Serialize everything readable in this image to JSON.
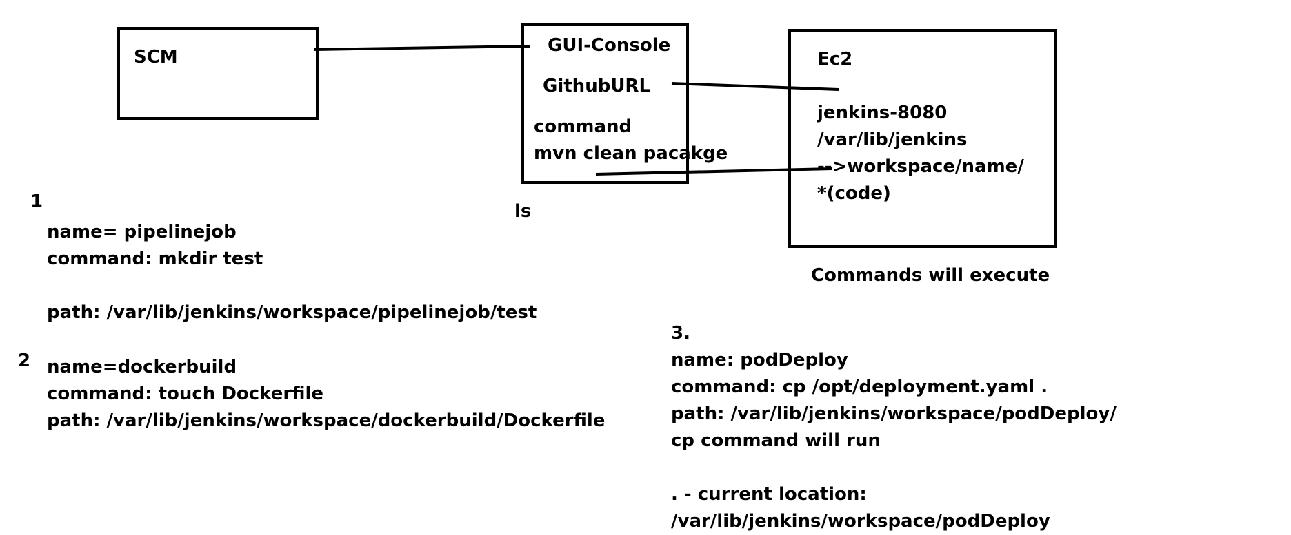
{
  "scm": {
    "label": "SCM"
  },
  "gui": {
    "title": "GUI-Console",
    "github": "GithubURL",
    "command_label": "command",
    "command": "mvn clean pacakge"
  },
  "ec2": {
    "title": "Ec2",
    "lines": [
      "jenkins-8080",
      "/var/lib/jenkins",
      "-->workspace/name/",
      "*(code)"
    ],
    "caption": "Commands will execute"
  },
  "ls_note": "ls",
  "examples": [
    {
      "number": "1",
      "lines": [
        "name= pipelinejob",
        "command: mkdir test",
        "",
        "path: /var/lib/jenkins/workspace/pipelinejob/test"
      ]
    },
    {
      "number": "2",
      "lines": [
        "name=dockerbuild",
        "command: touch Dockerfile",
        "path: /var/lib/jenkins/workspace/dockerbuild/Dockerfile"
      ]
    },
    {
      "number": "",
      "lines": [
        "3.",
        "name: podDeploy",
        "command: cp /opt/deployment.yaml .",
        "path: /var/lib/jenkins/workspace/podDeploy/",
        "cp command will run",
        "",
        ". - current location:",
        "/var/lib/jenkins/workspace/podDeploy"
      ]
    }
  ]
}
